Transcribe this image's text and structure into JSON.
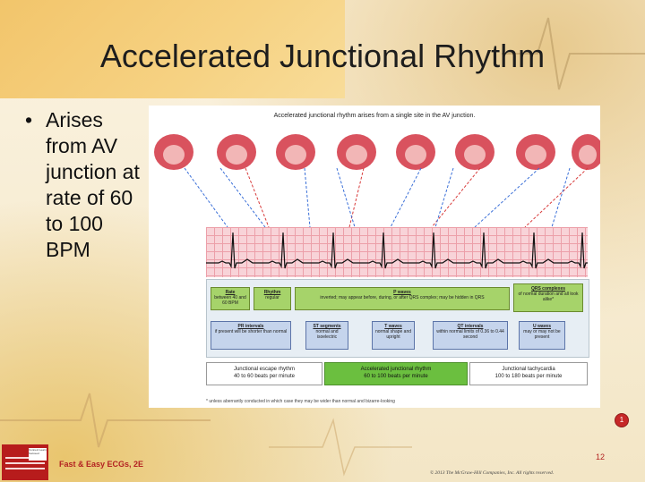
{
  "slide": {
    "title": "Accelerated Junctional Rhythm",
    "bullet": "Arises from AV junction at rate of 60 to 100 BPM",
    "bullet_marker": "•"
  },
  "figure": {
    "caption": "Accelerated junctional rhythm arises from a single site in the AV junction.",
    "criteria": {
      "rate": {
        "heading": "Rate",
        "text": "between 40 and 60 BPM"
      },
      "rhythm": {
        "heading": "Rhythm",
        "text": "regular"
      },
      "p_waves": {
        "heading": "P waves",
        "text": "inverted; may appear before, during, or after QRS complex; may be hidden in QRS"
      },
      "qrs": {
        "heading": "QRS complexes",
        "text": "of normal duration and all look alike*"
      },
      "pr": {
        "heading": "PR intervals",
        "text": "if present will be shorter than normal"
      },
      "st": {
        "heading": "ST segments",
        "text": "normal and isoelectric"
      },
      "t_waves": {
        "heading": "T waves",
        "text": "normal shape and upright"
      },
      "qt": {
        "heading": "QT intervals",
        "text": "within normal limits of 0.36 to 0.44 second"
      },
      "u_waves": {
        "heading": "U waves",
        "text": "may or may not be present"
      }
    },
    "comparison": [
      {
        "name": "Junctional escape rhythm",
        "rate": "40 to 60 beats per minute"
      },
      {
        "name": "Accelerated junctional rhythm",
        "rate": "60 to 100 beats per minute"
      },
      {
        "name": "Junctional tachycardia",
        "rate": "100 to 180 beats per minute"
      }
    ],
    "footnote": "* unless aberrantly conducted in which case they may be wider than normal and bizarre-looking"
  },
  "footer": {
    "book": "Fast & Easy ECGs, 2E",
    "page_number": "12",
    "copyright": "© 2013 The McGraw-Hill Companies, Inc. All rights reserved.",
    "logo_text": "Connect Learn Succeed",
    "nav_button": "1"
  },
  "colors": {
    "accent_red": "#b32222",
    "highlight_green": "#6bbf3f",
    "criteria_green": "#a6d36a",
    "criteria_blue": "#c5d4ec"
  }
}
